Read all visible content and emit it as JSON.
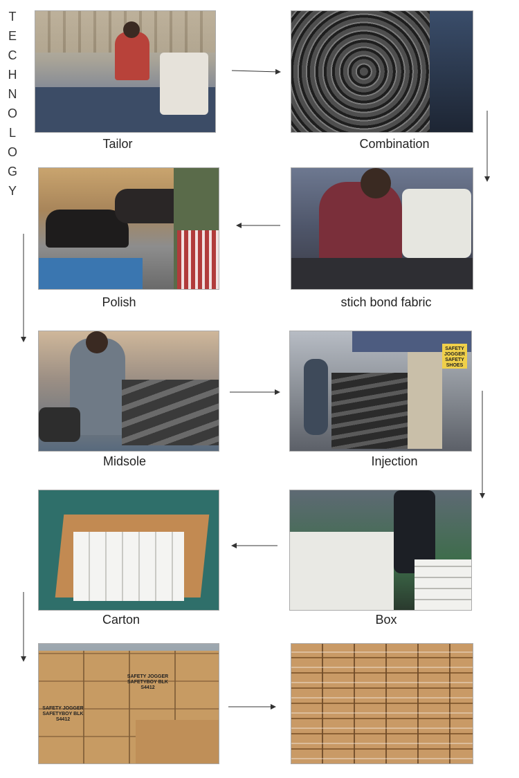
{
  "side_title": "TECHNOLOGY",
  "steps": [
    {
      "caption": "Tailor"
    },
    {
      "caption": "Combination"
    },
    {
      "caption": "Polish"
    },
    {
      "caption": "stich bond fabric"
    },
    {
      "caption": "Midsole"
    },
    {
      "caption": "Injection"
    },
    {
      "caption": "Carton"
    },
    {
      "caption": "Box"
    },
    {
      "caption": ""
    },
    {
      "caption": ""
    }
  ],
  "box_labels": {
    "carton_text_1": "SAFETY JOGGER",
    "carton_text_2": "SAFETYBOY BLK S4412",
    "sign_text": "SAFETY JOGGER SAFETY SHOES"
  },
  "colors": {
    "background": "#ffffff",
    "arrow": "#333333",
    "caption": "#222222"
  }
}
